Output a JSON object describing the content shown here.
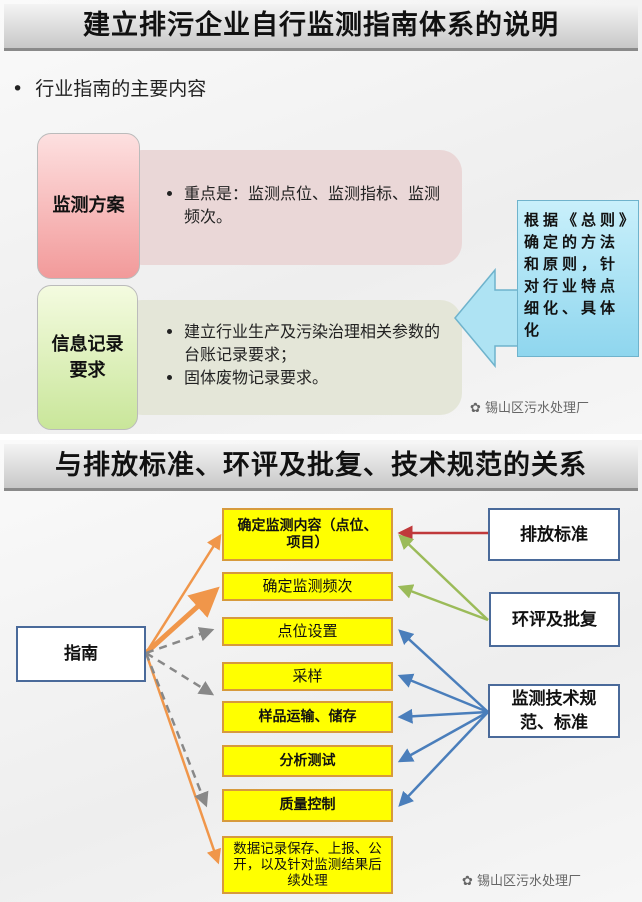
{
  "slide1": {
    "title": "建立排污企业自行监测指南体系的说明",
    "bullet": "行业指南的主要内容",
    "rows": [
      {
        "label": "监测方案",
        "items": [
          "重点是：监测点位、监测指标、监测频次。"
        ]
      },
      {
        "label": "信息记录要求",
        "items": [
          "建立行业生产及污染治理相关参数的台账记录要求；",
          "固体废物记录要求。"
        ]
      }
    ],
    "callout": "根据《总则》确定的方法和原则，针对行业特点细化、具体化",
    "watermark": "锡山区污水处理厂"
  },
  "slide2": {
    "title": "与排放标准、环评及批复、技术规范的关系",
    "guide": "指南",
    "steps": [
      "确定监测内容（点位、项目）",
      "确定监测频次",
      "点位设置",
      "采样",
      "样品运输、储存",
      "分析测试",
      "质量控制",
      "数据记录保存、上报、公开，以及针对监测结果后续处理"
    ],
    "sources": [
      "排放标准",
      "环评及批复",
      "监测技术规范、标准"
    ],
    "watermark": "锡山区污水处理厂",
    "colors": {
      "orange": "#f0964a",
      "gray": "#888888",
      "red": "#c0393b",
      "green": "#9bbb59",
      "blue": "#4a7ebb"
    }
  }
}
